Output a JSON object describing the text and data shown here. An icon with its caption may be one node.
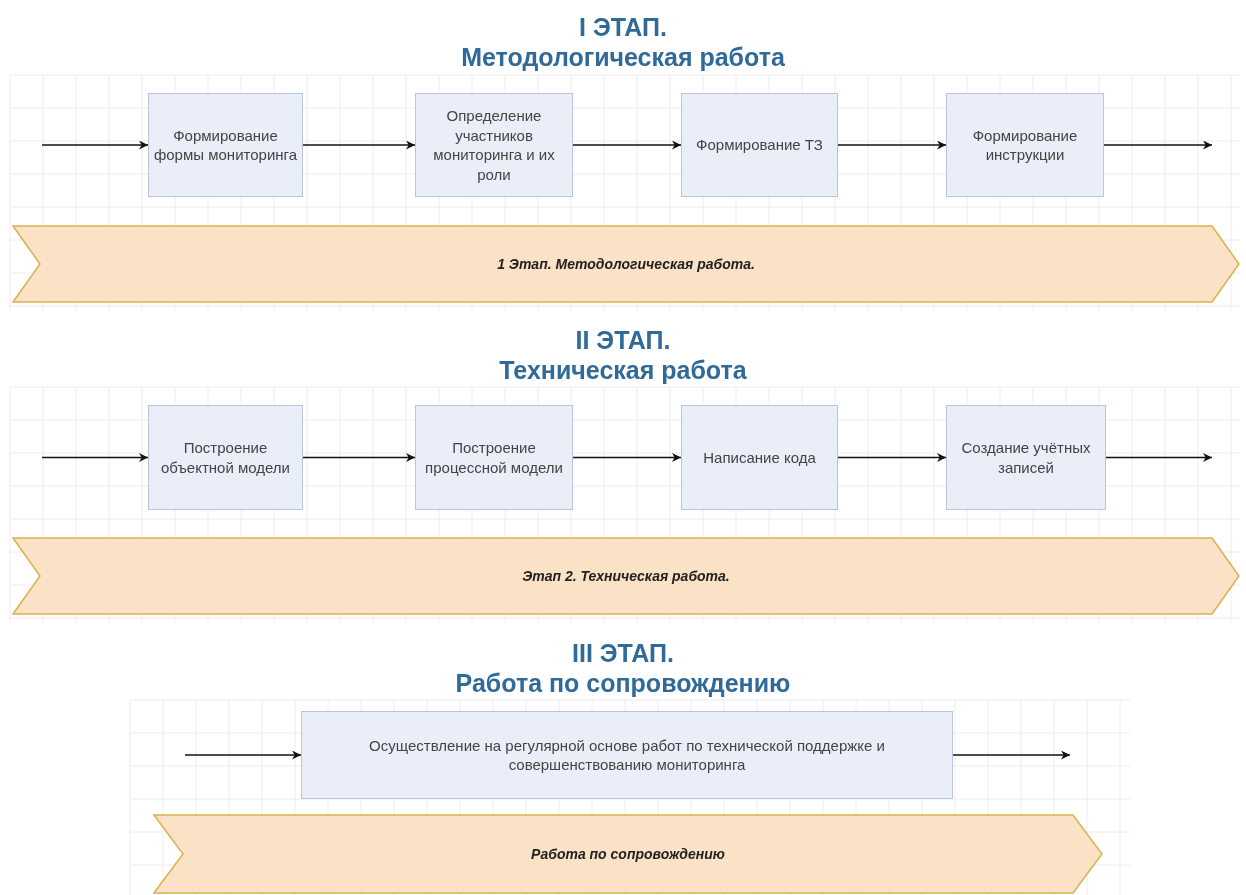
{
  "diagram": {
    "nodes": [
      {
        "text": [
          "Формирование формы мониторинга"
        ]
      },
      {
        "text": [
          "Определение участников мониторинга и их роли"
        ]
      },
      {
        "text": [
          "Формирование ТЗ"
        ]
      },
      {
        "text": [
          "Формирование инструкции"
        ]
      },
      {
        "text": [
          "1 Этап. Методологическая работа."
        ]
      },
      {
        "text": [
          "Построение объектной модели"
        ]
      },
      {
        "text": [
          "Построение процессной модели"
        ]
      },
      {
        "text": [
          "Написание кода"
        ]
      },
      {
        "text": [
          "Создание учётных записей"
        ]
      },
      {
        "text": [
          "Этап 2. Техническая работа."
        ]
      },
      {
        "text": [
          "Осуществление на регулярной основе работ по технической поддержке и совершенствованию мониторинга"
        ]
      },
      {
        "text": [
          "Работа по сопровождению"
        ]
      }
    ],
    "edges": [
      {
        "from": null,
        "to": 0,
        "arrow": "to"
      },
      {
        "from": 0,
        "to": 1,
        "arrow": "to"
      },
      {
        "from": 1,
        "to": 2,
        "arrow": "to"
      },
      {
        "from": 2,
        "to": 3,
        "arrow": "to"
      },
      {
        "from": 3,
        "to": null,
        "arrow": "to"
      },
      {
        "from": null,
        "to": 5,
        "arrow": "to"
      },
      {
        "from": 5,
        "to": 6,
        "arrow": "to"
      },
      {
        "from": 6,
        "to": 7,
        "arrow": "to"
      },
      {
        "from": 7,
        "to": 8,
        "arrow": "to"
      },
      {
        "from": 8,
        "to": null,
        "arrow": "to"
      },
      {
        "from": null,
        "to": 10,
        "arrow": "to"
      },
      {
        "from": 10,
        "to": null,
        "arrow": "to"
      }
    ],
    "labels": [
      "I ЭТАП.",
      "Методологическая работа",
      "II ЭТАП.",
      "Техническая работа",
      "III ЭТАП.",
      "Работа по сопровождению"
    ]
  }
}
